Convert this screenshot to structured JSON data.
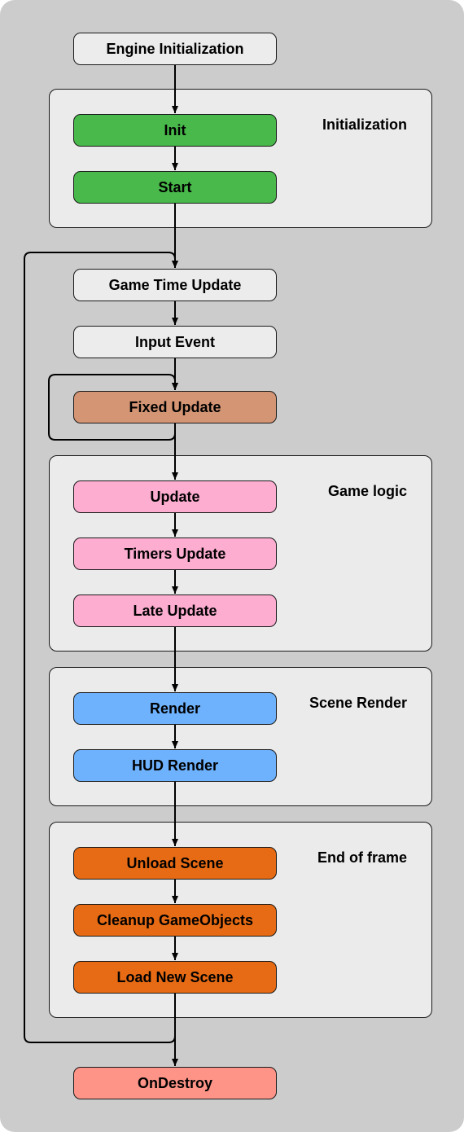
{
  "colors": {
    "background": "#cccccc",
    "group_fill": "#ebebeb",
    "neutral": "#ececec",
    "green": "#48b94a",
    "fixed": "#d49574",
    "pink": "#fcadd0",
    "blue": "#6eb1fd",
    "orange": "#e76b14",
    "salmon": "#fd9487",
    "stroke": "#1a1a1a"
  },
  "groups": {
    "initialization": "Initialization",
    "game_logic": "Game logic",
    "scene_render": "Scene Render",
    "end_of_frame": "End of frame"
  },
  "nodes": {
    "engine_initialization": "Engine Initialization",
    "init": "Init",
    "start": "Start",
    "game_time_update": "Game Time Update",
    "input_event": "Input Event",
    "fixed_update": "Fixed Update",
    "update": "Update",
    "timers_update": "Timers Update",
    "late_update": "Late Update",
    "render": "Render",
    "hud_render": "HUD Render",
    "unload_scene": "Unload Scene",
    "cleanup_gameobjects": "Cleanup GameObjects",
    "load_new_scene": "Load New Scene",
    "ondestroy": "OnDestroy"
  }
}
